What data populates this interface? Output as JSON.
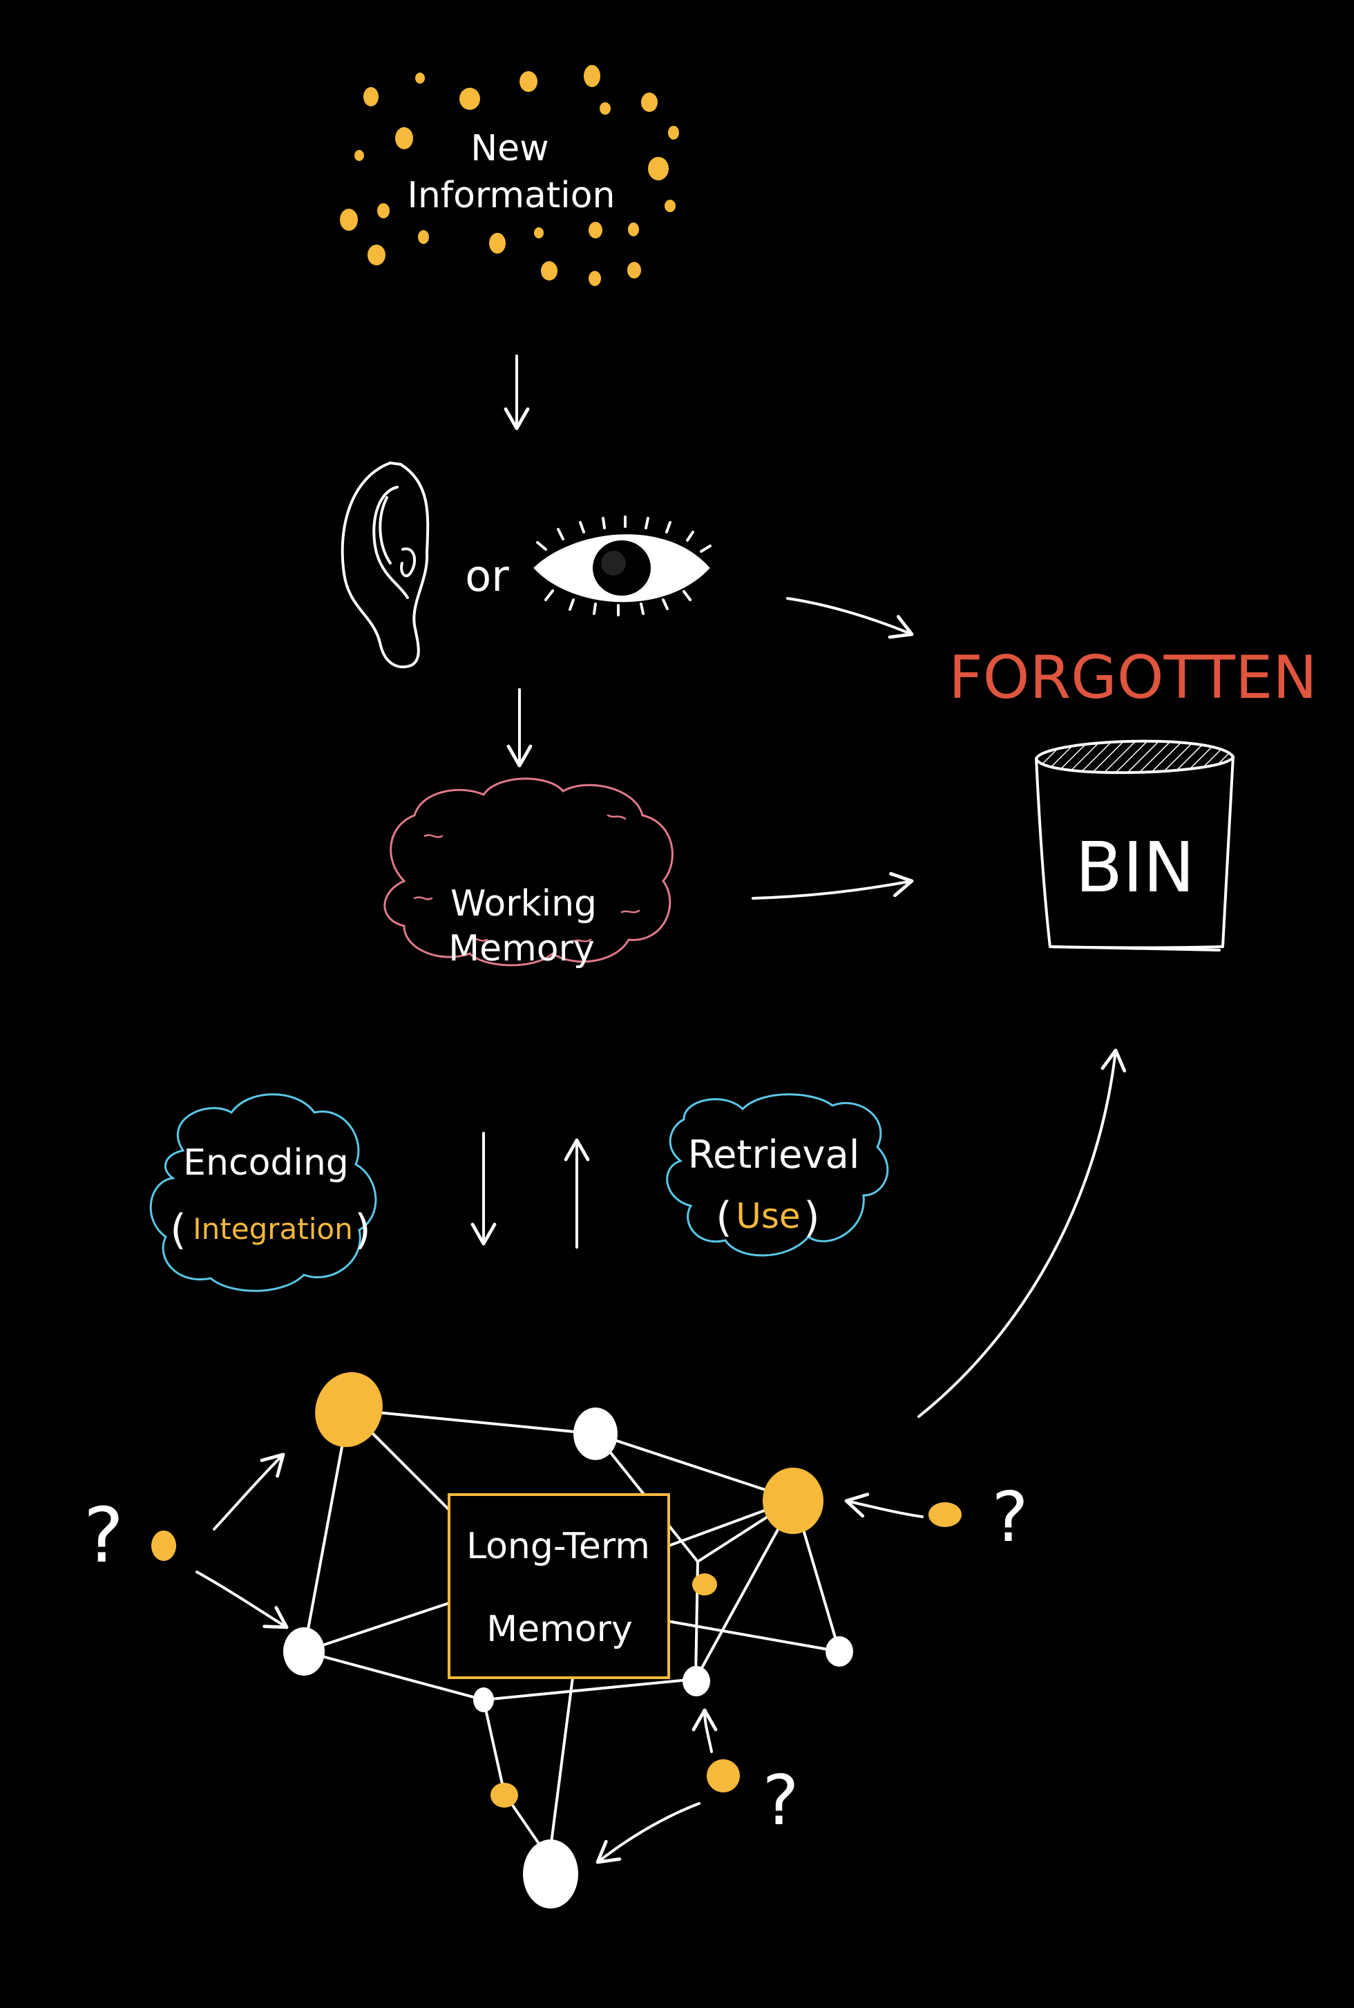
{
  "colors": {
    "background": "#000000",
    "ink": "#ffffff",
    "accent_yellow": "#f6b93b",
    "forgotten_red": "#e0553e",
    "working_memory_outline": "#e07a8a",
    "cloud_outline_blue": "#5bc8e8"
  },
  "new_information": {
    "line1": "New",
    "line2": "Information"
  },
  "senses": {
    "ear_icon": "ear-icon",
    "connector": "or",
    "eye_icon": "eye-icon"
  },
  "working_memory": {
    "line1": "Working",
    "line2": "Memory"
  },
  "forgotten": {
    "title": "FORGOTTEN",
    "bin_label": "BIN",
    "bin_icon": "bin-icon"
  },
  "encoding": {
    "line1": "Encoding",
    "line2_open": "(",
    "line2_word": "Integration",
    "line2_close": ")"
  },
  "retrieval": {
    "line1": "Retrieval",
    "line2_open": "(",
    "line2_word": "Use",
    "line2_close": ")"
  },
  "long_term_memory": {
    "line1": "Long-Term",
    "line2": "Memory"
  },
  "unknowns": {
    "mark": "?"
  }
}
